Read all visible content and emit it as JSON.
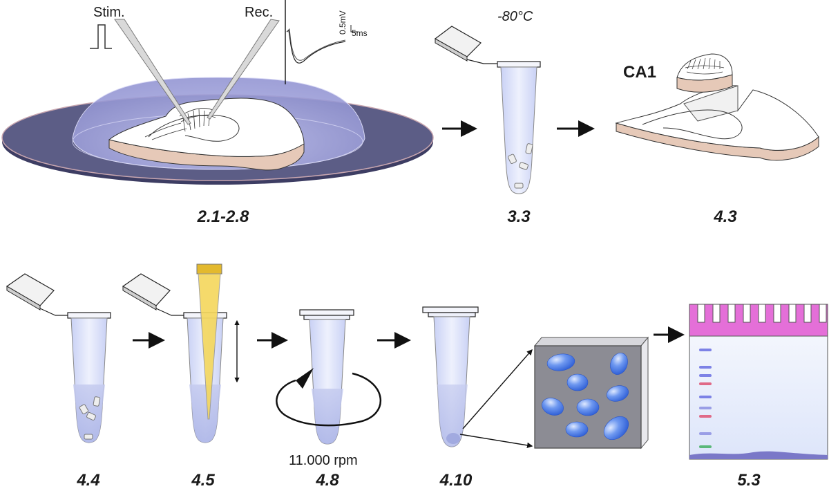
{
  "labels": {
    "stim": "Stim.",
    "rec": "Rec.",
    "scale_voltage": "0.5mV",
    "scale_time": "5ms",
    "temperature": "-80°C",
    "region": "CA1",
    "speed": "11.000 rpm"
  },
  "steps": [
    "2.1-2.8",
    "3.3",
    "4.3",
    "4.4",
    "4.5",
    "4.8",
    "4.10",
    "5.3"
  ],
  "colors": {
    "dish": "#4a4a6e",
    "medium": "#b7b9e8",
    "slice_edge": "#e8cfc0",
    "tube": "#e2e7fb",
    "tip": "#f3d14a",
    "gel_comb": "#e46fd8",
    "gel_body": "#e9edfa",
    "band_blue": "#7d82e6",
    "band_red": "#e06a88",
    "band_green": "#5bb87a",
    "vesicle": "#4a7ee8",
    "em_bg": "#8c8c94"
  }
}
